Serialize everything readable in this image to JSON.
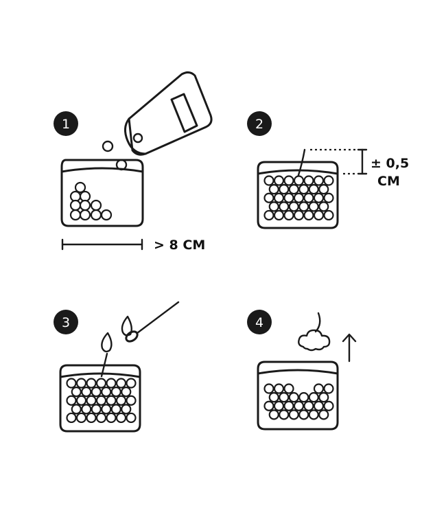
{
  "colors": {
    "ink": "#1a1a1a",
    "background": "#ffffff"
  },
  "steps": [
    {
      "number": "1",
      "label": "> 8 CM"
    },
    {
      "number": "2",
      "label_line1": "± 0,5",
      "label_line2": "CM"
    },
    {
      "number": "3"
    },
    {
      "number": "4"
    }
  ],
  "icons": [
    "pour-bag-icon",
    "container-icon",
    "wick-icon",
    "match-icon",
    "flame-icon",
    "smoke-icon",
    "arrow-up-icon"
  ]
}
